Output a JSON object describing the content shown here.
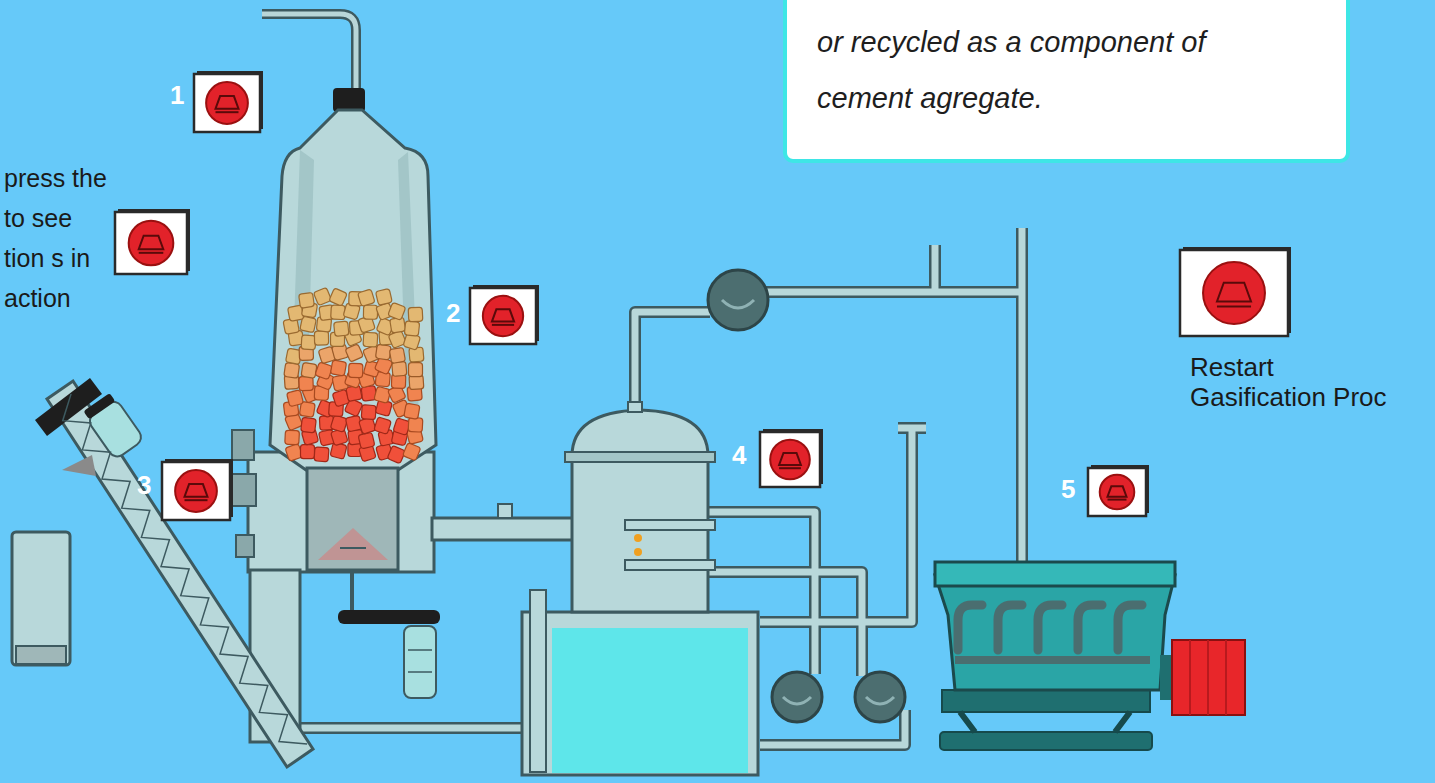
{
  "diagram": {
    "nodes": [
      {
        "text": [
          "or recycled as a component of cement agregate."
        ]
      }
    ],
    "labels": [
      "1",
      "press the to see tion s in action",
      "2",
      "3",
      "4",
      "5",
      "Restart Gasification Proc"
    ]
  }
}
